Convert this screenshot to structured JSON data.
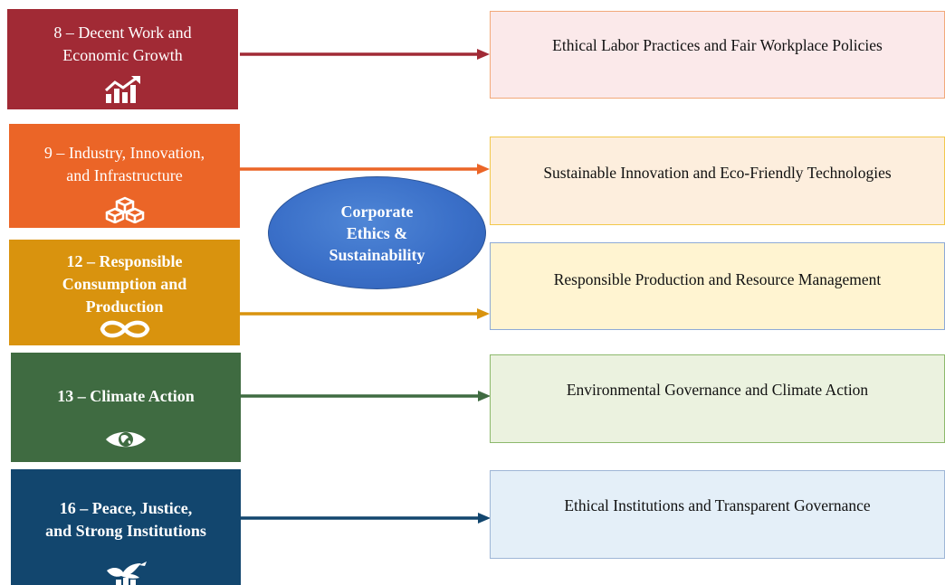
{
  "center": {
    "label": "Corporate Ethics & Sustainability",
    "line1": "Corporate",
    "line2": "Ethics &",
    "line3": "Sustainability"
  },
  "goals": [
    {
      "line1": "8 – Decent Work and",
      "line2": "Economic Growth",
      "color": "#A12A35",
      "icon": "growth-chart-icon"
    },
    {
      "line1": "9 – Industry, Innovation,",
      "line2": "and Infrastructure",
      "color": "#EB6527",
      "icon": "cubes-icon"
    },
    {
      "line1": "12 – Responsible",
      "line2": "Consumption and",
      "line3": "Production",
      "color": "#D9930E",
      "icon": "infinity-icon"
    },
    {
      "line1": "13 – Climate Action",
      "color": "#3F6B41",
      "icon": "eye-globe-icon"
    },
    {
      "line1": "16 – Peace, Justice,",
      "line2": "and Strong Institutions",
      "color": "#12466E",
      "icon": "dove-icon"
    }
  ],
  "outcomes": [
    {
      "label": "Ethical Labor Practices and Fair Workplace Policies",
      "fill": "#FBE9EA",
      "border": "#F2A97A",
      "arrow": "#A12A35"
    },
    {
      "label": "Sustainable Innovation and Eco-Friendly Technologies",
      "fill": "#FDEEDD",
      "border": "#F2C84B",
      "arrow": "#EB6527"
    },
    {
      "label": "Responsible Production and Resource Management",
      "fill": "#FFF4D1",
      "border": "#8DA9D6",
      "arrow": "#D9930E"
    },
    {
      "label": "Environmental Governance and Climate Action",
      "fill": "#EBF2DF",
      "border": "#8DB96C",
      "arrow": "#3F6B41"
    },
    {
      "label": "Ethical Institutions and Transparent Governance",
      "fill": "#E4EFF8",
      "border": "#9EB6D6",
      "arrow": "#12466E"
    }
  ]
}
